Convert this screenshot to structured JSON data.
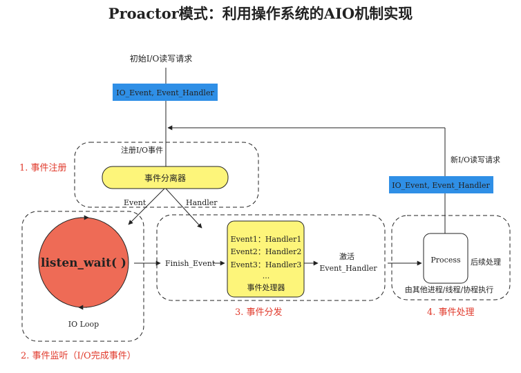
{
  "title": "Proactor模式：利用操作系统的AIO机制实现",
  "initial_request": "初始I/O读写请求",
  "io_event_box_top": "IO_Event, Event_Handler",
  "register_io_event": "注册I/O事件",
  "section_register": "1. 事件注册",
  "demux": "事件分离器",
  "event_label": "Event",
  "handler_label": "Handler",
  "listen_wait": "listen_wait( )",
  "io_loop": "IO Loop",
  "section_listen": "2. 事件监听（I/O完成事件）",
  "finish_event": "Finish_Event",
  "handlers": [
    "Event1：Handler1",
    "Event2：Handler2",
    "Event3：Handler3",
    "..."
  ],
  "handler_processor": "事件处理器",
  "activate_line1": "激活",
  "activate_line2": "Event_Handler",
  "section_dispatch": "3. 事件分发",
  "new_request": "新I/O读写请求",
  "io_event_box_right": "IO_Event, Event_Handler",
  "process": "Process",
  "post_process": "后续处理",
  "executed_by": "由其他进程/线程/协程执行",
  "section_process": "4. 事件处理",
  "colors": {
    "blue_box": "#2f8fe6",
    "yellow": "#fdf57a",
    "red_circle": "#ee6b56",
    "section_red": "#e0392b"
  }
}
